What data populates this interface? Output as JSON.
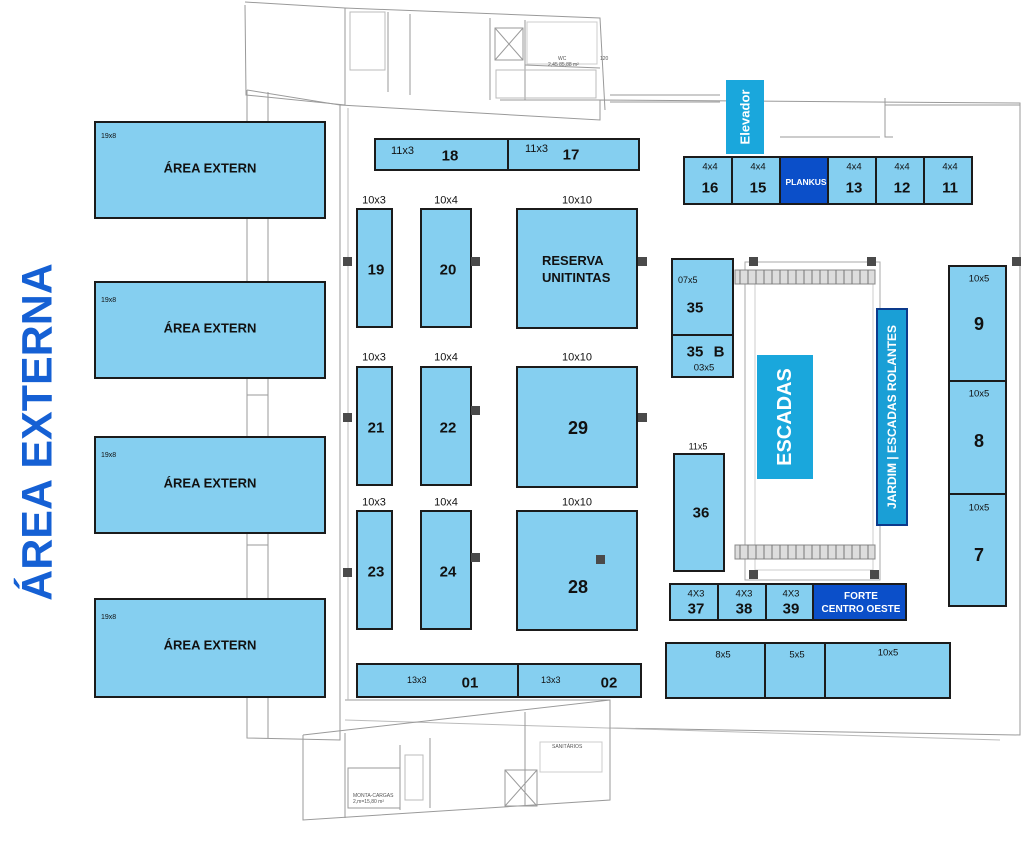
{
  "title": "ÁREA EXTERNA",
  "colors": {
    "booth": "#85cff0",
    "booth_highlight": "#0b4fc9",
    "accent": "#1aa7dc",
    "title": "#1560d4",
    "outline": "#1b1b1b"
  },
  "external_areas": [
    {
      "size": "19x8",
      "label": "ÁREA EXTERN"
    },
    {
      "size": "19x8",
      "label": "ÁREA EXTERN"
    },
    {
      "size": "19x8",
      "label": "ÁREA EXTERN"
    },
    {
      "size": "19x8",
      "label": "ÁREA EXTERN"
    }
  ],
  "booths": {
    "b18": {
      "size": "11x3",
      "number": "18"
    },
    "b17": {
      "size": "11x3",
      "number": "17"
    },
    "b16": {
      "size": "4x4",
      "number": "16"
    },
    "b15": {
      "size": "4x4",
      "number": "15"
    },
    "plankus": {
      "label": "PLANKUS"
    },
    "b13": {
      "size": "4x4",
      "number": "13"
    },
    "b12": {
      "size": "4x4",
      "number": "12"
    },
    "b11": {
      "size": "4x4",
      "number": "11"
    },
    "b19": {
      "size": "10x3",
      "number": "19"
    },
    "b20": {
      "size": "10x4",
      "number": "20"
    },
    "reserva": {
      "size": "10x10",
      "line1": "RESERVA",
      "line2": "UNITINTAS"
    },
    "b21": {
      "size": "10x3",
      "number": "21"
    },
    "b22": {
      "size": "10x4",
      "number": "22"
    },
    "b29": {
      "size": "10x10",
      "number": "29"
    },
    "b23": {
      "size": "10x3",
      "number": "23"
    },
    "b24": {
      "size": "10x4",
      "number": "24"
    },
    "b28": {
      "size": "10x10",
      "number": "28"
    },
    "b35": {
      "size": "07x5",
      "number": "35"
    },
    "b35b": {
      "number": "35",
      "suffix": "B",
      "size": "03x5"
    },
    "b36": {
      "size": "11x5",
      "number": "36"
    },
    "b37": {
      "size": "4X3",
      "number": "37"
    },
    "b38": {
      "size": "4X3",
      "number": "38"
    },
    "b39": {
      "size": "4X3",
      "number": "39"
    },
    "forte": {
      "line1": "FORTE",
      "line2": "CENTRO OESTE"
    },
    "b01": {
      "size": "13x3",
      "number": "01"
    },
    "b02": {
      "size": "13x3",
      "number": "02"
    },
    "b8x5": {
      "size": "8x5"
    },
    "b5x5": {
      "size": "5x5"
    },
    "b10x5": {
      "size": "10x5"
    },
    "b9": {
      "size": "10x5",
      "number": "9"
    },
    "b8": {
      "size": "10x5",
      "number": "8"
    },
    "b7": {
      "size": "10x5",
      "number": "7"
    }
  },
  "features": {
    "elevador": "Elevador",
    "escadas": "ESCADAS",
    "escadas_rolantes": "JARDIM | ESCADAS ROLANTES"
  },
  "plan_labels": {
    "wc": "WC",
    "wc_area": "2,45 85,88 m²",
    "lift_number": "120",
    "room_name": "MONTA-CARGAS",
    "room_area": "2,m=15,80 m²",
    "sanitarios": "SANITÁRIOS"
  }
}
